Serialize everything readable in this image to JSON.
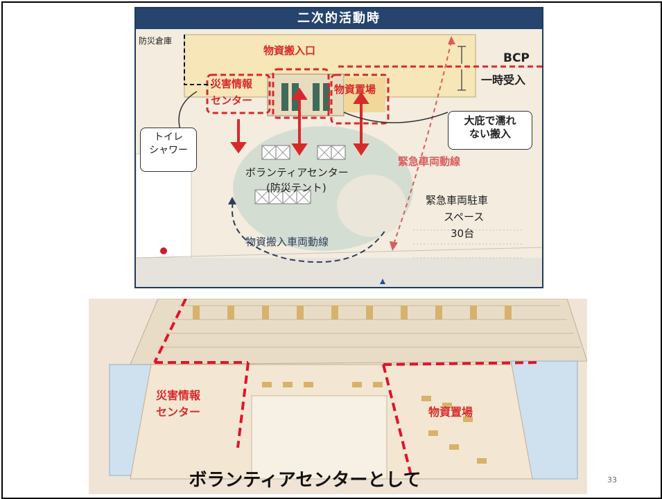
{
  "top_map": {
    "header": "二次的活動時",
    "labels": {
      "bousai_souko": "防災倉庫",
      "busshi_hannyuguchi": "物資搬入口",
      "saigai_center_1": "災害情報",
      "saigai_center_2": "センター",
      "busshi_okiba": "物資置場",
      "bcp": "BCP",
      "ichiji_ukeire": "一時受入",
      "toilet_1": "トイレ",
      "toilet_2": "シャワー",
      "ohisashi_1": "大庇で濡れ",
      "ohisashi_2": "ない搬入",
      "kinkyu_dousen": "緊急車両動線",
      "volunteer_center_1": "ボランティアセンター",
      "volunteer_center_2": "(防災テント)",
      "kinkyu_parking_1": "緊急車両駐車",
      "kinkyu_parking_2": "スペース",
      "kinkyu_parking_3": "30台",
      "busshi_vehicle_route": "物資搬入車両動線"
    }
  },
  "bottom_view": {
    "saigai_center_1": "災害情報",
    "saigai_center_2": "センター",
    "busshi_okiba": "物資置場"
  },
  "caption": "ボランティアセンターとして",
  "page_number": "33",
  "colors": {
    "accent_red": "#d62a2a",
    "header_navy": "#26446e",
    "map_beige": "#f3ecdf"
  }
}
